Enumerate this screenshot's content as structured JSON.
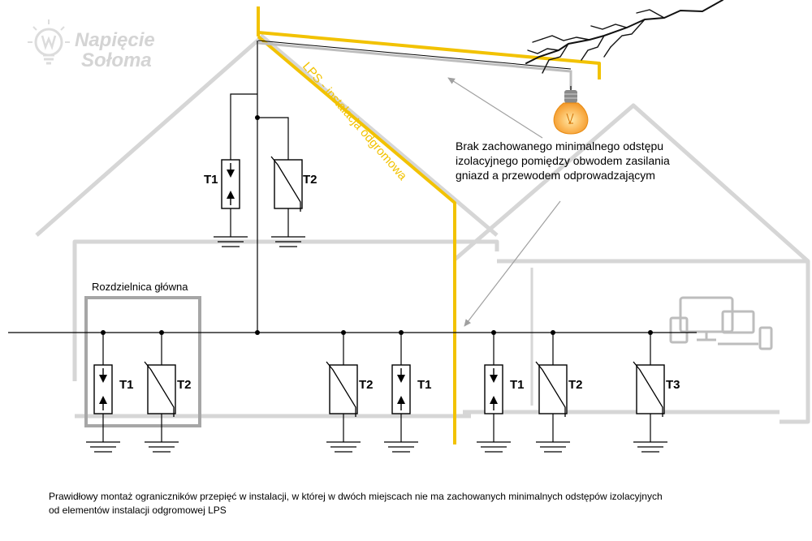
{
  "logo": {
    "line1": "Napięcie",
    "line2": "Sołoma"
  },
  "switchboard_label": "Rozdzielnica główna",
  "lps_label": "LPS - instalacja odgromowa",
  "annotation": {
    "line1": "Brak zachowanego minimalnego odstępu",
    "line2": "izolacyjnego pomiędzy obwodem zasilania",
    "line3": "gniazd a przewodem odprowadzającym"
  },
  "devices": {
    "upper_t1": "T1",
    "upper_t2": "T2",
    "board_t1": "T1",
    "board_t2": "T2",
    "mid_t2": "T2",
    "mid_t1": "T1",
    "right_t1": "T1",
    "right_t2": "T2",
    "right_t3": "T3"
  },
  "caption": {
    "line1": "Prawidłowy montaż ograniczników przepięć w instalacji, w której w dwóch miejscach nie ma zachowanych minimalnych odstępów izolacyjnych",
    "line2": "od elementów instalacji odgromowej LPS"
  },
  "colors": {
    "lps": "#f2c200",
    "house": "#d6d6d6",
    "switchboard": "#a6a6a6",
    "wire": "#000000",
    "arrow": "#a0a0a0",
    "bulb": "#f5a623"
  },
  "icons": [
    "lightning-icon",
    "light-bulb-icon",
    "devices-icon",
    "logo-icon",
    "ground-symbol"
  ]
}
